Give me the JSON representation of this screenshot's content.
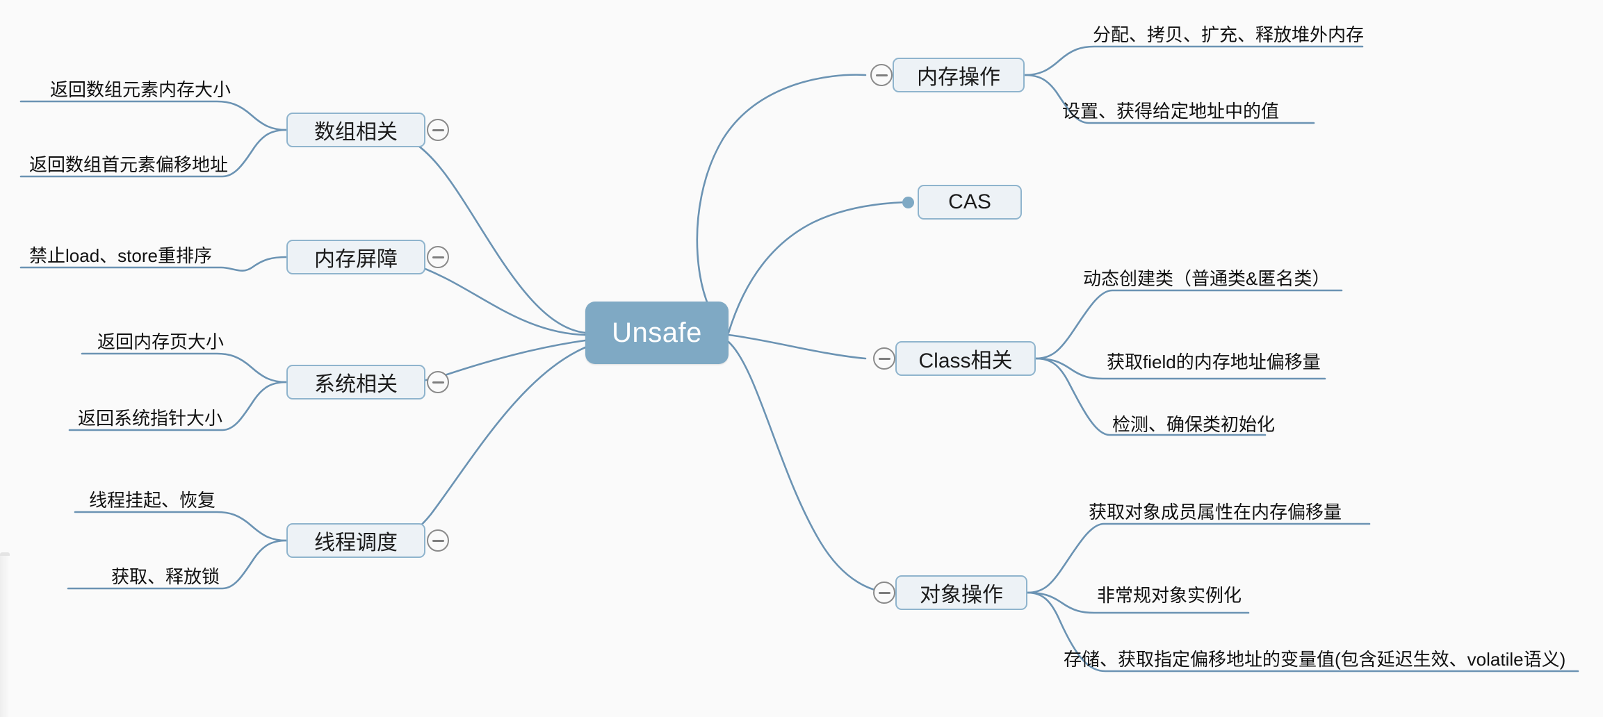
{
  "canvas": {
    "background": "#fafafa",
    "edge_color": "#6b93b3",
    "node_fill": "#edf2f6",
    "node_border": "#8fb4cd",
    "root_fill": "#7fa9c4",
    "root_text_color": "#ffffff",
    "toggle_color": "#8a8a8a"
  },
  "root": {
    "label": "Unsafe"
  },
  "branches": {
    "left": [
      {
        "label": "数组相关",
        "toggle": "collapse-toggle",
        "children": [
          {
            "label": "返回数组元素内存大小"
          },
          {
            "label": "返回数组首元素偏移地址"
          }
        ]
      },
      {
        "label": "内存屏障",
        "toggle": "collapse-toggle",
        "children": [
          {
            "label": "禁止load、store重排序"
          }
        ]
      },
      {
        "label": "系统相关",
        "toggle": "collapse-toggle",
        "children": [
          {
            "label": "返回内存页大小"
          },
          {
            "label": "返回系统指针大小"
          }
        ]
      },
      {
        "label": "线程调度",
        "toggle": "collapse-toggle",
        "children": [
          {
            "label": "线程挂起、恢复"
          },
          {
            "label": "获取、释放锁"
          }
        ]
      }
    ],
    "right": [
      {
        "label": "内存操作",
        "toggle": "collapse-toggle",
        "children": [
          {
            "label": "分配、拷贝、扩充、释放堆外内存"
          },
          {
            "label": "设置、获得给定地址中的值"
          }
        ]
      },
      {
        "label": "CAS",
        "toggle": "leaf-bullet",
        "children": []
      },
      {
        "label": "Class相关",
        "toggle": "collapse-toggle",
        "children": [
          {
            "label": "动态创建类（普通类&匿名类）"
          },
          {
            "label": "获取field的内存地址偏移量"
          },
          {
            "label": "检测、确保类初始化"
          }
        ]
      },
      {
        "label": "对象操作",
        "toggle": "collapse-toggle",
        "children": [
          {
            "label": "获取对象成员属性在内存偏移量"
          },
          {
            "label": "非常规对象实例化"
          },
          {
            "label": "存储、获取指定偏移地址的变量值(包含延迟生效、volatile语义)"
          }
        ]
      }
    ]
  }
}
